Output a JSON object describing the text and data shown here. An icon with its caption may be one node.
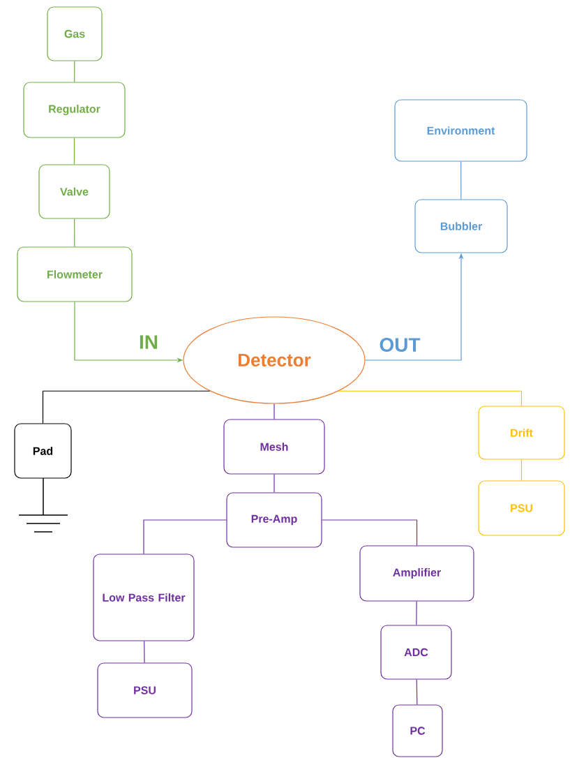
{
  "diagram": {
    "nodes": [
      {
        "text": [
          "Gas"
        ]
      },
      {
        "text": [
          "Regulator"
        ]
      },
      {
        "text": [
          "Valve"
        ]
      },
      {
        "text": [
          "Flowmeter"
        ]
      },
      {
        "text": [
          "Environment"
        ]
      },
      {
        "text": [
          "Bubbler"
        ]
      },
      {
        "text": [
          "Detector"
        ]
      },
      {
        "text": [
          "Pad"
        ]
      },
      {
        "text": [
          "Mesh"
        ]
      },
      {
        "text": [
          "Drift"
        ]
      },
      {
        "text": [
          "PSU"
        ]
      },
      {
        "text": [
          "Pre-Amp"
        ]
      },
      {
        "text": [
          "Low Pass Filter"
        ]
      },
      {
        "text": [
          "Amplifier"
        ]
      },
      {
        "text": [
          "PSU"
        ]
      },
      {
        "text": [
          "ADC"
        ]
      },
      {
        "text": [
          "PC"
        ]
      }
    ],
    "edges": [
      {
        "from": 0,
        "to": 1,
        "arrow": "none",
        "color": "#70ad47"
      },
      {
        "from": 1,
        "to": 2,
        "arrow": "none",
        "color": "#70ad47"
      },
      {
        "from": 2,
        "to": 3,
        "arrow": "none",
        "color": "#70ad47"
      },
      {
        "from": 3,
        "to": 6,
        "arrow": "to",
        "label": "IN",
        "color": "#70ad47"
      },
      {
        "from": 6,
        "to": 5,
        "arrow": "to",
        "label": "OUT",
        "color": "#5b9bd5"
      },
      {
        "from": 5,
        "to": 4,
        "arrow": "none",
        "color": "#5b9bd5"
      },
      {
        "from": 6,
        "to": 7,
        "arrow": "none",
        "color": "#000000"
      },
      {
        "from": 6,
        "to": 8,
        "arrow": "none"
      },
      {
        "from": 6,
        "to": 9,
        "arrow": "none",
        "color": "#ffc000"
      },
      {
        "from": 9,
        "to": 10,
        "arrow": "none",
        "color": "#ffc000"
      },
      {
        "from": 8,
        "to": 11,
        "arrow": "none"
      },
      {
        "from": 11,
        "to": 12,
        "arrow": "none"
      },
      {
        "from": 11,
        "to": 13,
        "arrow": "none"
      },
      {
        "from": 12,
        "to": 14,
        "arrow": "none"
      },
      {
        "from": 13,
        "to": 15,
        "arrow": "none"
      },
      {
        "from": 15,
        "to": 16,
        "arrow": "none"
      }
    ]
  }
}
